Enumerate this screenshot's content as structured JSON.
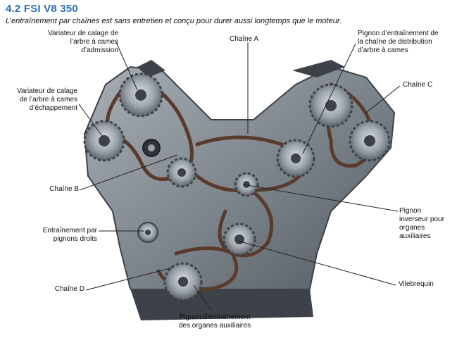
{
  "title": "4.2 FSI V8 350",
  "subtitle": "L’entraînement par chaînes est sans entretien et conçu pour durer aussi longtemps que le moteur.",
  "labels": {
    "variateur_admission": "Variateur de calage de\nl’arbre à cames\nd’admission",
    "variateur_echappement": "Variateur de calage\nde l’arbre à cames\nd’échappement",
    "chaine_a": "Chaîne A",
    "pignon_distribution": "Pignon d’entraînement de\nla chaîne de distribution\nd’arbre à cames",
    "chaine_c": "Chaîne C",
    "chaine_b": "Chaîne B",
    "pignon_inverseur": "Pignon\ninverseur pour\norganes\nauxiliaires",
    "entrainement_pignons": "Entraînement par\npignons droits",
    "vilebrequin": "Vilebrequin",
    "chaine_d": "Chaîne D",
    "pignon_organes": "Pignon d’entraînement\ndes organes auxiliaires"
  },
  "colors": {
    "title": "#2d6fb5",
    "engine_body": "#8c939a",
    "engine_dark": "#3c4248",
    "chain": "#5a3a2a"
  }
}
